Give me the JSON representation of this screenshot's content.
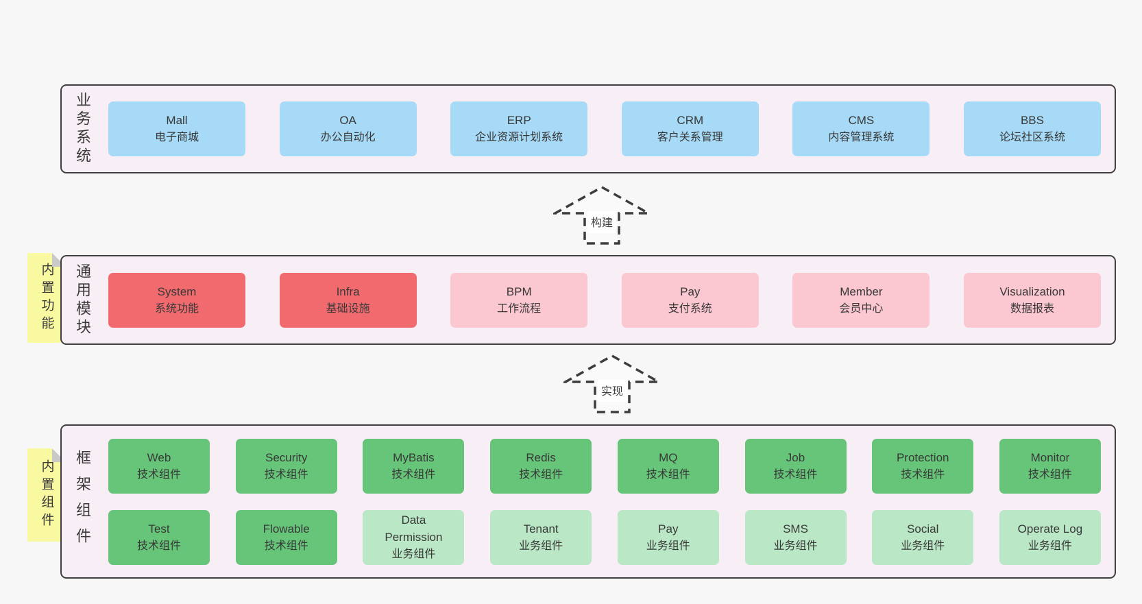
{
  "colors": {
    "page-bg": "#f7f7f7",
    "band-bg": "#f8eef6",
    "band-border": "#3f3f3f",
    "box-blue": "#a7daf6",
    "box-red": "#f06a6e",
    "box-pink": "#fbc7d0",
    "box-green": "#66c578",
    "box-green-light": "#bae7c5",
    "sticky-bg": "#f9f9a1",
    "sticky-fold": "#c9c9c9",
    "arrow-stroke": "#3d3d3d",
    "text": "#3b3b3b"
  },
  "bands": [
    {
      "label": "业务系统",
      "boxes": [
        {
          "name": "Mall",
          "desc": "电子商城",
          "variant": "blue"
        },
        {
          "name": "OA",
          "desc": "办公自动化",
          "variant": "blue"
        },
        {
          "name": "ERP",
          "desc": "企业资源计划系统",
          "variant": "blue"
        },
        {
          "name": "CRM",
          "desc": "客户关系管理",
          "variant": "blue"
        },
        {
          "name": "CMS",
          "desc": "内容管理系统",
          "variant": "blue"
        },
        {
          "name": "BBS",
          "desc": "论坛社区系统",
          "variant": "blue"
        }
      ]
    },
    {
      "label": "通用模块",
      "boxes": [
        {
          "name": "System",
          "desc": "系统功能",
          "variant": "red"
        },
        {
          "name": "Infra",
          "desc": "基础设施",
          "variant": "red"
        },
        {
          "name": "BPM",
          "desc": "工作流程",
          "variant": "pink"
        },
        {
          "name": "Pay",
          "desc": "支付系统",
          "variant": "pink"
        },
        {
          "name": "Member",
          "desc": "会员中心",
          "variant": "pink"
        },
        {
          "name": "Visualization",
          "desc": "数据报表",
          "variant": "pink"
        }
      ]
    },
    {
      "label": "框架组件",
      "rows": [
        [
          {
            "name": "Web",
            "desc": "技术组件",
            "variant": "green"
          },
          {
            "name": "Security",
            "desc": "技术组件",
            "variant": "green"
          },
          {
            "name": "MyBatis",
            "desc": "技术组件",
            "variant": "green"
          },
          {
            "name": "Redis",
            "desc": "技术组件",
            "variant": "green"
          },
          {
            "name": "MQ",
            "desc": "技术组件",
            "variant": "green"
          },
          {
            "name": "Job",
            "desc": "技术组件",
            "variant": "green"
          },
          {
            "name": "Protection",
            "desc": "技术组件",
            "variant": "green"
          },
          {
            "name": "Monitor",
            "desc": "技术组件",
            "variant": "green"
          }
        ],
        [
          {
            "name": "Test",
            "desc": "技术组件",
            "variant": "green"
          },
          {
            "name": "Flowable",
            "desc": "技术组件",
            "variant": "green"
          },
          {
            "name": "Data Permission",
            "desc": "业务组件",
            "variant": "green-light"
          },
          {
            "name": "Tenant",
            "desc": "业务组件",
            "variant": "green-light"
          },
          {
            "name": "Pay",
            "desc": "业务组件",
            "variant": "green-light"
          },
          {
            "name": "SMS",
            "desc": "业务组件",
            "variant": "green-light"
          },
          {
            "name": "Social",
            "desc": "业务组件",
            "variant": "green-light"
          },
          {
            "name": "Operate Log",
            "desc": "业务组件",
            "variant": "green-light"
          }
        ]
      ]
    }
  ],
  "stickies": [
    {
      "label": "内置功能"
    },
    {
      "label": "内置组件"
    }
  ],
  "arrows": [
    {
      "label": "构建"
    },
    {
      "label": "实现"
    }
  ]
}
